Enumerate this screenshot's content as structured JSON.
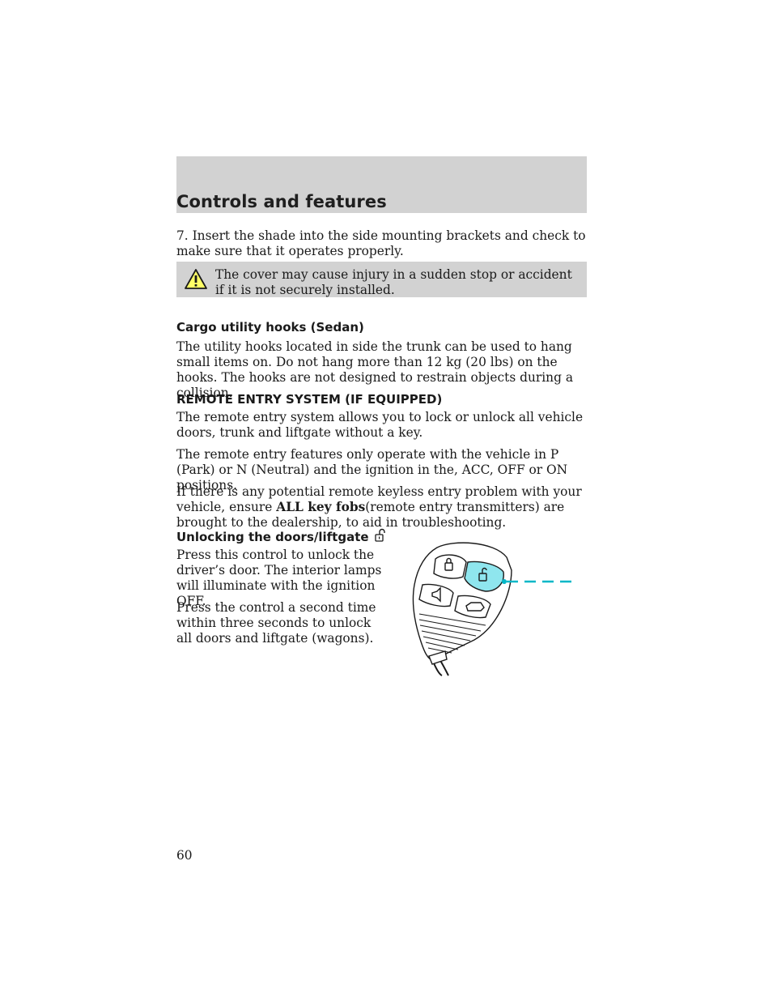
{
  "header": {
    "title": "Controls and features"
  },
  "step7": "7. Insert the shade into the side mounting brackets and check to make sure that it operates properly.",
  "warning": {
    "text": "The cover may cause injury in a sudden stop or accident if it is not securely installed.",
    "icon": "warning-triangle-icon"
  },
  "cargo": {
    "heading": "Cargo utility hooks (Sedan)",
    "body": "The utility hooks located in side the trunk can be used to hang small items on. Do not hang more than 12 kg (20 lbs) on the hooks. The hooks are not designed to restrain objects during a collision."
  },
  "remote": {
    "heading": "REMOTE ENTRY SYSTEM (IF EQUIPPED)",
    "p1": "The remote entry system allows you to lock or unlock all vehicle doors, trunk and liftgate without a key.",
    "p2": "The remote entry features only operate with the vehicle in P (Park) or N (Neutral) and the ignition in the, ACC, OFF or ON positions.",
    "p3_pre": "If there is any potential remote keyless entry problem with your vehicle, ensure ",
    "p3_bold": "ALL key fobs",
    "p3_post": "(remote entry transmitters) are brought to the dealership, to aid in troubleshooting."
  },
  "unlock": {
    "heading": "Unlocking the doors/liftgate",
    "icon": "unlock-padlock-icon",
    "p1": "Press this control to unlock the driver’s door. The interior lamps will illuminate with the ignition OFF.",
    "p2": "Press the control a second time within three seconds to unlock all doors and liftgate (wagons)."
  },
  "illustration": {
    "name": "keyfob-illustration",
    "highlight_color": "#00b7c7"
  },
  "page_number": "60"
}
